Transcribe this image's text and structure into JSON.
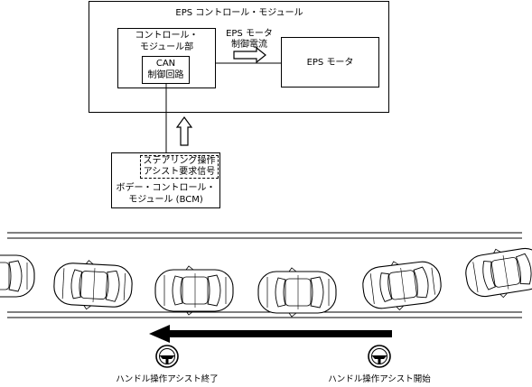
{
  "eps_module": {
    "title": "EPS コントロール・モジュール"
  },
  "control_unit": {
    "line1": "コントロール・",
    "line2": "モジュール部"
  },
  "can_circuit": {
    "line1": "CAN",
    "line2": "制御回路"
  },
  "motor_current": {
    "line1": "EPS モータ",
    "line2": "制御電流"
  },
  "eps_motor": {
    "label": "EPS モータ"
  },
  "bcm": {
    "signal_line1": "ステアリング操作",
    "signal_line2": "アシスト要求信号",
    "line1": "ボデー・コントロール・",
    "line2": "モジュール (BCM)"
  },
  "scene": {
    "assist_end": "ハンドル操作アシスト終了",
    "assist_start": "ハンドル操作アシスト開始"
  }
}
